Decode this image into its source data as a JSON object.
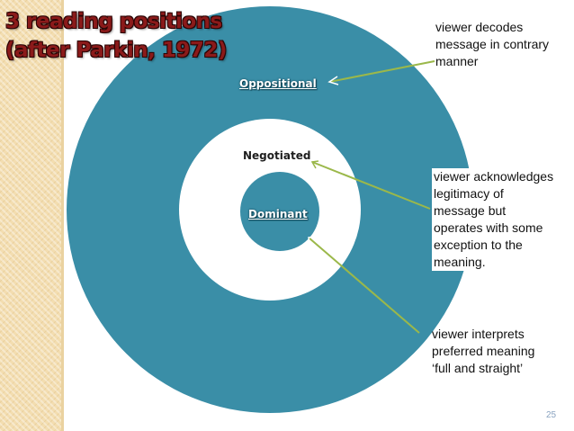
{
  "title": {
    "line1": "3 reading positions",
    "line2": "(after Parkin, 1972)"
  },
  "rings": {
    "outer_label": "Oppositional",
    "middle_label": "Negotiated",
    "inner_label": "Dominant"
  },
  "callouts": {
    "oppositional": [
      "viewer decodes",
      "message in contrary",
      "manner"
    ],
    "negotiated": [
      "viewer acknowledges",
      "legitimacy of",
      "message but",
      "operates with some",
      "exception to the",
      "meaning."
    ],
    "dominant": [
      "viewer interprets",
      "preferred meaning",
      "‘full and straight’"
    ]
  },
  "page_number": "25",
  "colors": {
    "ring": "#3a8ea7",
    "title": "#8b1a1a",
    "arrow": "#9bb84a",
    "band": "#f3ddb0"
  }
}
